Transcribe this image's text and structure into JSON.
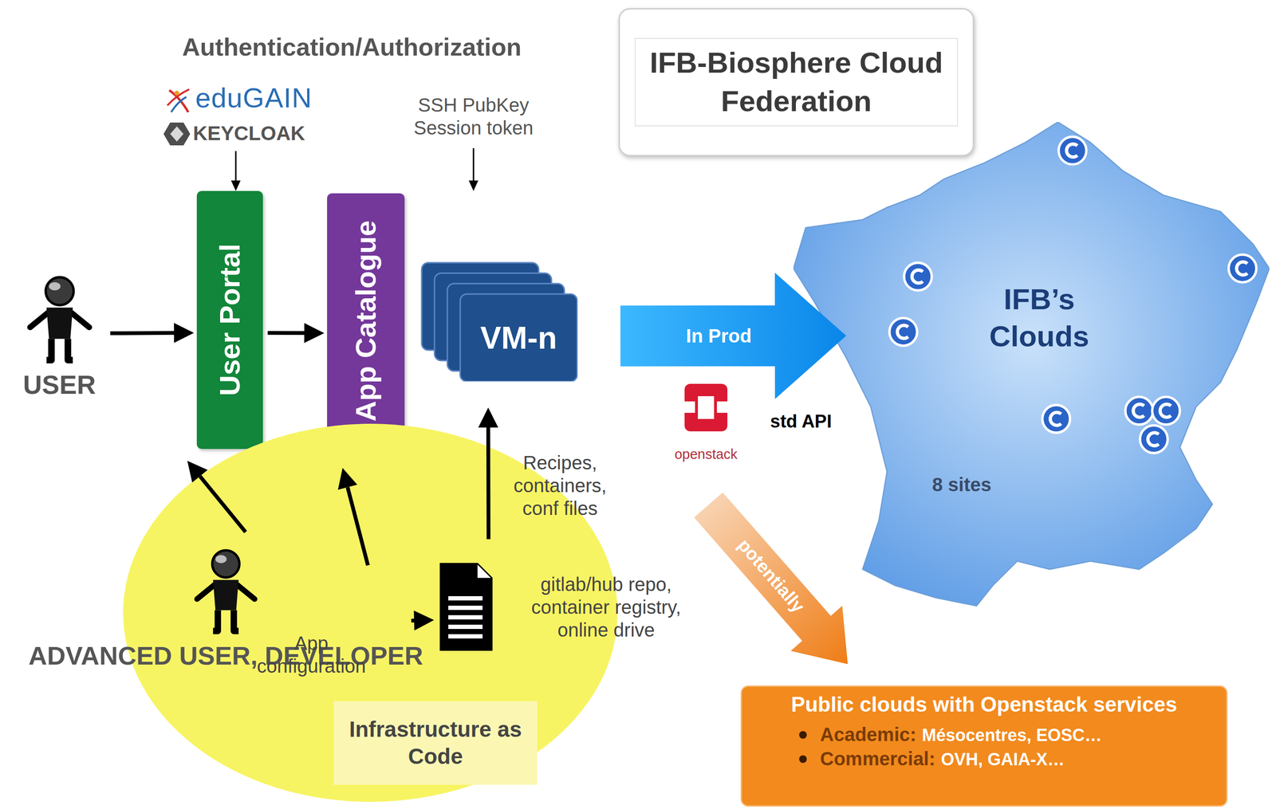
{
  "diagram": {
    "title": "IFB-Biosphere Cloud Federation",
    "nodes": [
      {
        "text": [
          "USER"
        ]
      },
      {
        "text": [
          "User Portal"
        ]
      },
      {
        "text": [
          "App Catalogue"
        ]
      },
      {
        "text": [
          "VM-n"
        ]
      },
      {
        "text": [
          "IFB’s Clouds",
          "8 sites"
        ]
      },
      {
        "text": [
          "Infrastructure as Code"
        ]
      },
      {
        "text": [
          "gitlab/hub repo, container registry, online drive"
        ],
        "in": 5
      },
      {
        "text": [
          "ADVANCED USER, DEVELOPER"
        ]
      },
      {
        "text": [
          "Public clouds with Openstack services",
          "Academic:",
          "Mésocentres, EOSC…",
          "Commercial:",
          "OVH, GAIA-X…"
        ]
      }
    ],
    "edges": [
      {
        "from": 0,
        "to": 1,
        "arrow": "to"
      },
      {
        "from": 1,
        "to": 2,
        "arrow": "to"
      },
      {
        "from": 7,
        "to": 1,
        "arrow": "to"
      },
      {
        "from": 7,
        "to": 2,
        "arrow": "to"
      },
      {
        "from": 7,
        "to": 6,
        "label": "App configuration",
        "arrow": "to"
      },
      {
        "from": 6,
        "to": 3,
        "label": "Recipes, containers, conf files",
        "arrow": "to"
      },
      {
        "from": 3,
        "to": 4,
        "label": "In Prod",
        "arrow": "to"
      },
      {
        "from": 3,
        "to": 8,
        "label": "potentially",
        "arrow": "to"
      }
    ],
    "labels": [
      "Authentication/Authorization",
      "eduGAIN",
      "KEYCLOAK",
      "SSH PubKey Session token",
      "openstack",
      "std API"
    ]
  }
}
